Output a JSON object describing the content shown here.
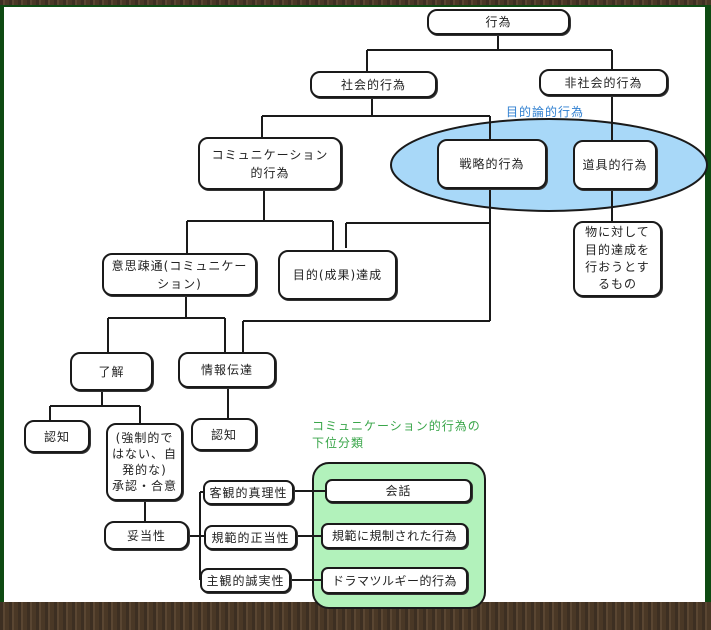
{
  "diagram": {
    "root": "行為",
    "social_action": "社会的行為",
    "non_social_action": "非社会的行為",
    "teleological_label": "目的論的行為",
    "communicative_action": "コミュニケーション\n的行為",
    "strategic_action": "戦略的行為",
    "instrumental_action": "道具的行為",
    "instrumental_desc": "物に対して\n目的達成を\n行おうとす\nるもの",
    "mutual_understanding": "意思疎通(コミュニケー\nション)",
    "goal_achievement": "目的(成果)達成",
    "understanding": "了解",
    "info_transmission": "情報伝達",
    "cognition_1": "認知",
    "agreement": "(強制的で\nはない、自\n発的な)\n承認・合意",
    "cognition_2": "認知",
    "validity": "妥当性",
    "subclass_label": "コミュニケーション的行為の\n下位分類",
    "objective_truth": "客観的真理性",
    "normative_rightness": "規範的正当性",
    "subjective_sincerity": "主観的誠実性",
    "conversation": "会話",
    "norm_regulated": "規範に規制された行為",
    "dramaturgical": "ドラマツルギー的行為"
  },
  "colors": {
    "teleological_fill": "#a8d8f8",
    "subclass_fill": "#b2f2bb",
    "blue_text": "#2f7fd0",
    "green_text": "#3aa64a",
    "frame": "#0e4a12"
  }
}
